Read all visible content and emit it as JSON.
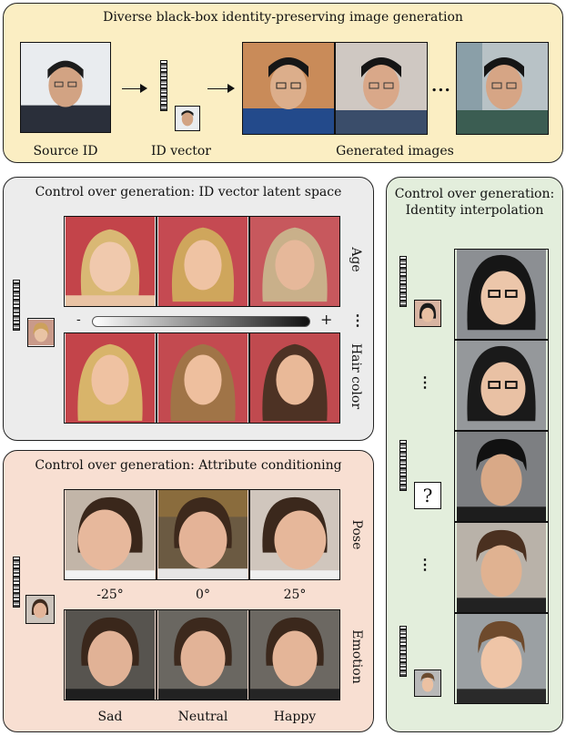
{
  "top_panel": {
    "title": "Diverse black-box identity-preserving image generation",
    "source_caption": "Source ID",
    "vector_caption": "ID vector",
    "generated_caption": "Generated images",
    "ellipsis": "..."
  },
  "latent_panel": {
    "title": "Control over generation: ID vector latent space",
    "row1_label": "Age",
    "row2_label": "Hair color",
    "slider_minus": "-",
    "slider_plus": "+",
    "more": "⋮"
  },
  "attribute_panel": {
    "title": "Control over generation: Attribute conditioning",
    "row1_label": "Pose",
    "row2_label": "Emotion",
    "pose_captions": [
      "-25°",
      "0°",
      "25°"
    ],
    "emotion_captions": [
      "Sad",
      "Neutral",
      "Happy"
    ]
  },
  "interp_panel": {
    "title_line1": "Control over generation:",
    "title_line2": "Identity interpolation",
    "question": "?",
    "more": "⋮"
  },
  "colors": {
    "top_bg": "#fbeec3",
    "latent_bg": "#ececec",
    "attribute_bg": "#f8dfd2",
    "interp_bg": "#e3eedc"
  }
}
